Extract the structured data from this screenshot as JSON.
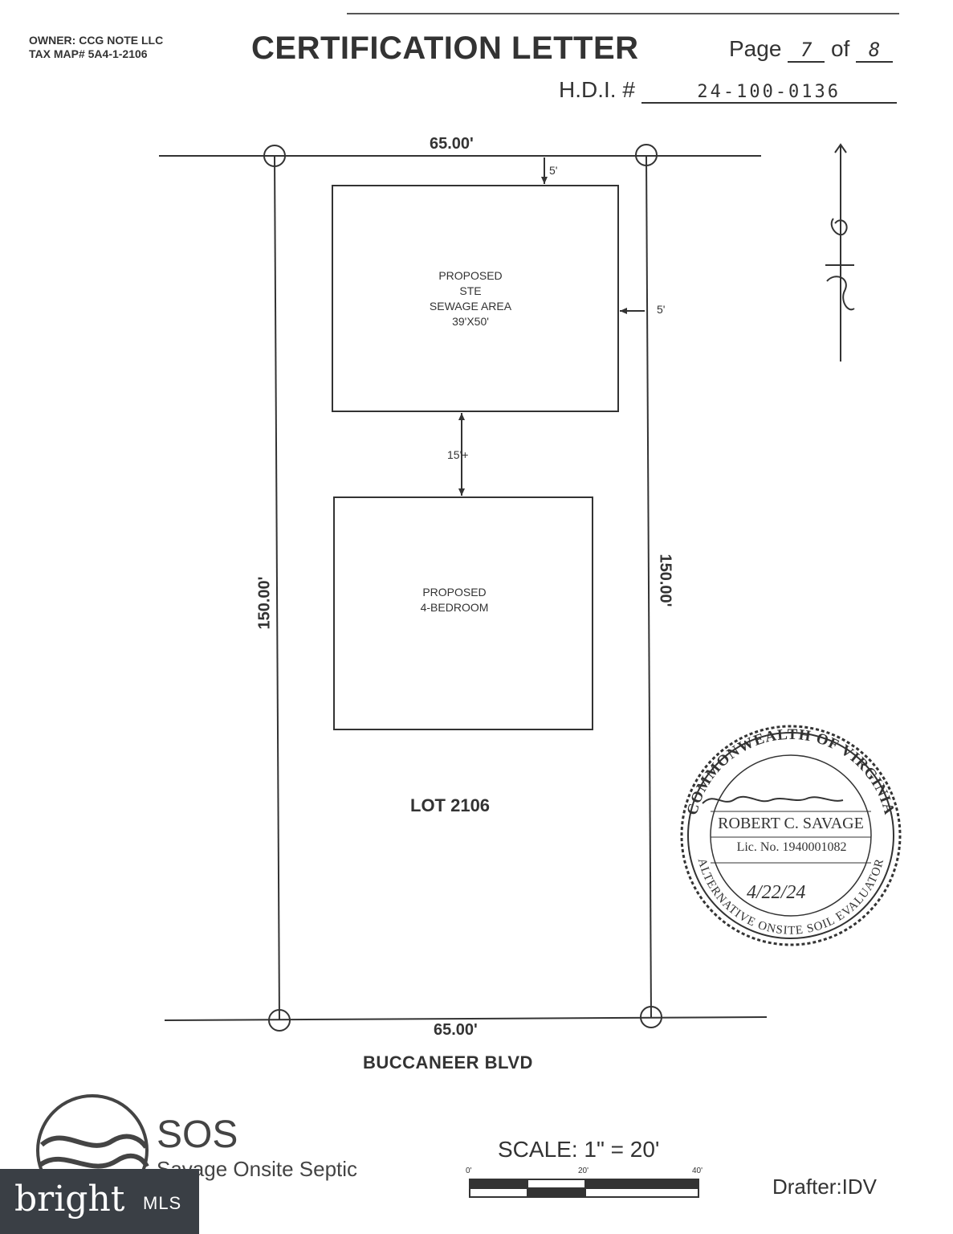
{
  "header": {
    "owner": "OWNER: CCG NOTE LLC",
    "tax_map": "TAX MAP# 5A4-1-2106",
    "title": "CERTIFICATION LETTER",
    "page_label": "Page",
    "page_num": "7",
    "of_label": "of",
    "page_total": "8",
    "hdi_label": "H.D.I. #",
    "hdi_value": "24-100-0136"
  },
  "plat": {
    "top_dimension": "65.00'",
    "bottom_dimension": "65.00'",
    "left_dimension": "150.00'",
    "right_dimension": "150.00'",
    "setback_top": "5'",
    "setback_right": "5'",
    "spacing": "15'+",
    "sewage_area": {
      "line1": "PROPOSED",
      "line2": "STE",
      "line3": "SEWAGE AREA",
      "line4": "39'X50'"
    },
    "house": {
      "line1": "PROPOSED",
      "line2": "4-BEDROOM"
    },
    "lot": "LOT 2106",
    "street": "BUCCANEER BLVD"
  },
  "seal": {
    "top_arc": "COMMONWEALTH OF VIRGINIA",
    "bottom_arc": "ALTERNATIVE ONSITE SOIL EVALUATOR",
    "name": "ROBERT C. SAVAGE",
    "license": "Lic. No. 1940001082",
    "date": "4/22/24"
  },
  "footer": {
    "logo_title": "SOS",
    "logo_subtitle": "Savage Onsite Septic",
    "scale_label": "SCALE: 1\" = 20'",
    "scale_ticks": [
      "0'",
      "20'",
      "40'"
    ],
    "drafter": "Drafter:IDV"
  },
  "watermark": {
    "brand": "bright",
    "suffix": "MLS"
  }
}
